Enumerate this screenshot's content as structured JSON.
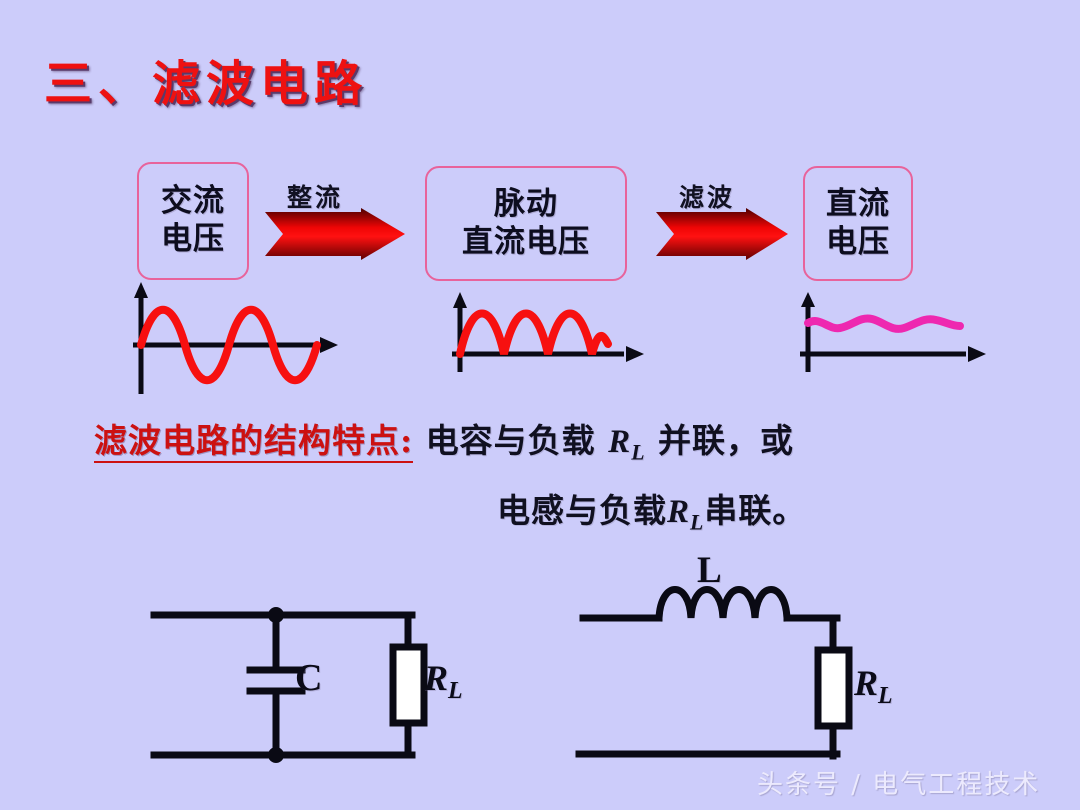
{
  "slide": {
    "background_color": "#CCCCFA",
    "title": "三、滤波电路",
    "title_color": "#EE1111"
  },
  "flow": {
    "boxes": [
      {
        "id": "ac",
        "line1": "交流",
        "line2": "电压"
      },
      {
        "id": "pulse",
        "line1": "脉动",
        "line2": "直流电压"
      },
      {
        "id": "dc",
        "line1": "直流",
        "line2": "电压"
      }
    ],
    "arrow_labels": [
      {
        "id": "rectify",
        "label": "整流"
      },
      {
        "id": "filter",
        "label": "滤波"
      }
    ],
    "arrow_color_dark": "#5C0000",
    "arrow_color_bright": "#F60000",
    "box_border_color": "#E8639B"
  },
  "waveforms": [
    {
      "id": "sine",
      "name": "ac-sine-waveform",
      "color": "#F71010",
      "cycles": 2,
      "shape": "sine"
    },
    {
      "id": "pulsdc",
      "name": "rectified-dc-waveform",
      "color": "#F71010",
      "humps": 3,
      "shape": "full-wave-rectified"
    },
    {
      "id": "flat",
      "name": "filtered-dc-waveform",
      "color": "#EE28B0",
      "ripples": 4,
      "shape": "ripple"
    }
  ],
  "body": {
    "line1": {
      "highlight": "滤波电路的结构特点:",
      "text_before_var": " 电容与负载 ",
      "variable": "R",
      "variable_sub": "L",
      "text_after_var": " 并联，或"
    },
    "line2": {
      "text_before_var": "电感与负载",
      "variable": "R",
      "variable_sub": "L",
      "text_after_var": "串联。"
    },
    "highlight_color": "#CC1111"
  },
  "circuits": [
    {
      "id": "capacitor-filter",
      "label_component": "C",
      "label_load": "R",
      "label_load_sub": "L",
      "topology": "capacitor in parallel with load"
    },
    {
      "id": "inductor-filter",
      "label_component": "L",
      "label_load": "R",
      "label_load_sub": "L",
      "topology": "inductor in series with load"
    }
  ],
  "watermark": "头条号 / 电气工程技术"
}
